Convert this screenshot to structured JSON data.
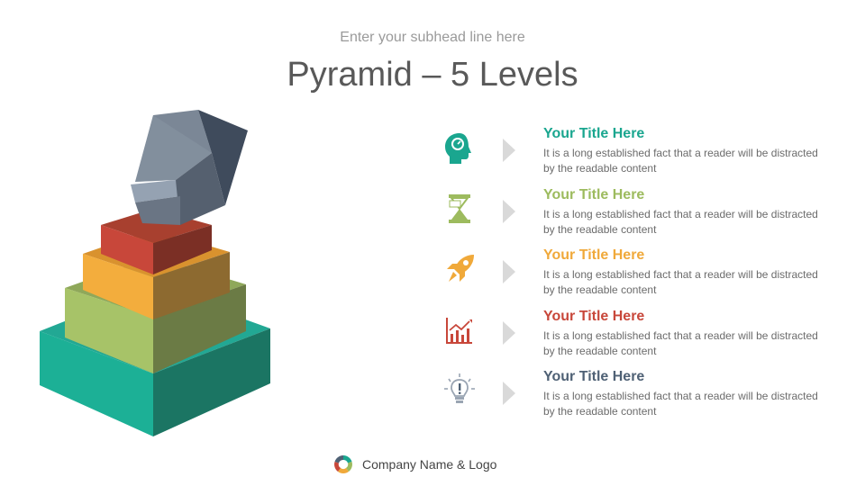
{
  "header": {
    "subhead": "Enter your subhead line here",
    "title": "Pyramid – 5 Levels"
  },
  "pyramid": {
    "levels": [
      {
        "name": "top",
        "color": "#c8473a"
      },
      {
        "name": "level-2",
        "color": "#f2a93b"
      },
      {
        "name": "level-3",
        "color": "#a6c064"
      },
      {
        "name": "base",
        "color": "#1faa8f"
      },
      {
        "name": "capstone",
        "color": "#7a8a99"
      }
    ]
  },
  "items": [
    {
      "icon": "head-gauge-icon",
      "color": "#1aa68f",
      "title": "Your Title Here",
      "desc": "It is a long established fact that a reader will be distracted by the readable content"
    },
    {
      "icon": "hourglass-icon",
      "color": "#9dbb5e",
      "title": "Your Title Here",
      "desc": "It is a long established fact that a reader will be distracted by the readable content"
    },
    {
      "icon": "rocket-icon",
      "color": "#f0a93a",
      "title": "Your Title Here",
      "desc": "It is a long established fact that a reader will be distracted by the readable content"
    },
    {
      "icon": "bar-chart-icon",
      "color": "#c8473a",
      "title": "Your Title Here",
      "desc": "It is a long established fact that a reader will be distracted by the readable content"
    },
    {
      "icon": "lightbulb-icon",
      "color": "#4f6175",
      "title": "Your Title Here",
      "desc": "It is a long established fact that a reader will be distracted by the readable content"
    }
  ],
  "footer": {
    "company": "Company Name & Logo",
    "logo_icon": "circular-logo-icon"
  }
}
